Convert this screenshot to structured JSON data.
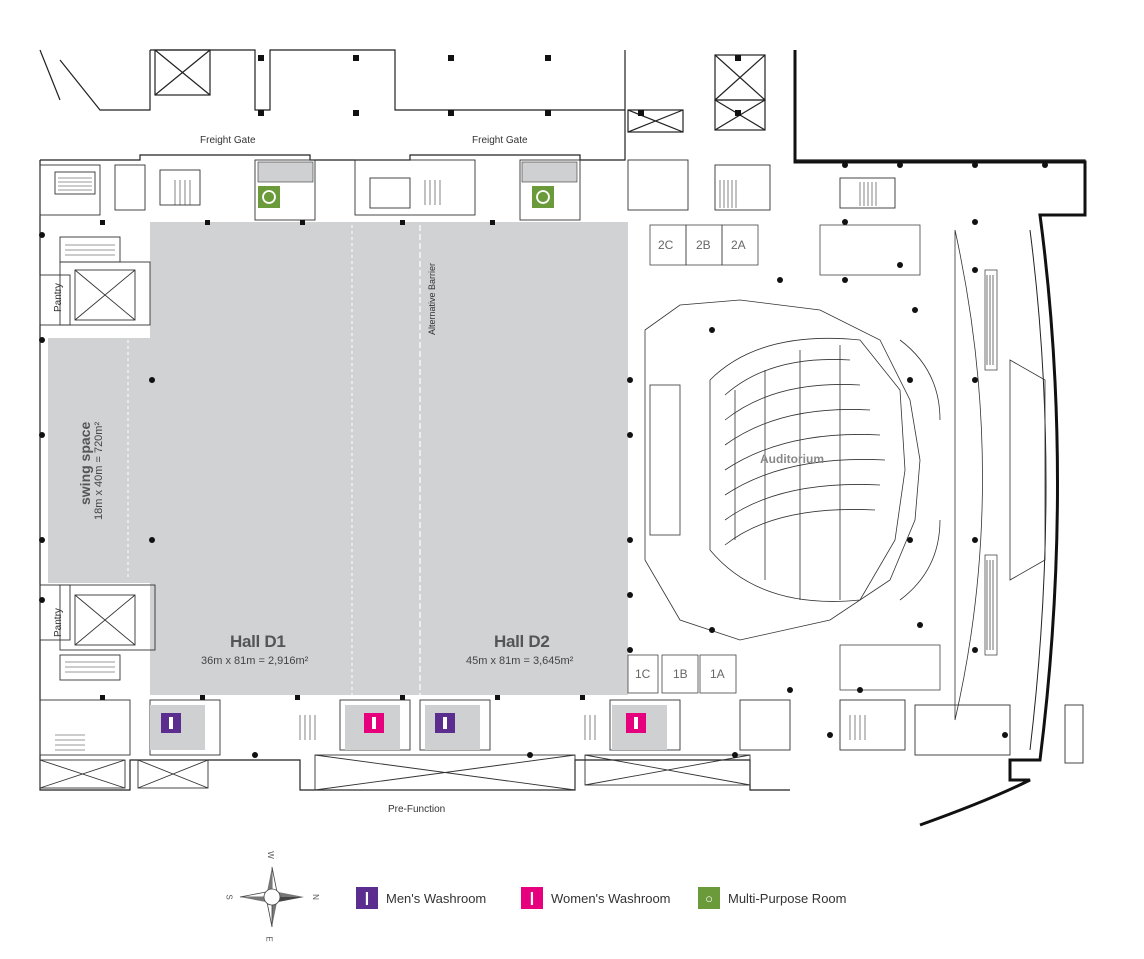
{
  "labels": {
    "freight_gate_1": "Freight Gate",
    "freight_gate_2": "Freight Gate",
    "alternative_barrier": "Alternative Barrier",
    "pantry_top": "Pantry",
    "pantry_bottom": "Pantry",
    "swing_space_title": "swing space",
    "swing_space_dims": "18m x 40m = 720m²",
    "auditorium": "Auditorium",
    "pre_function": "Pre-Function"
  },
  "halls": [
    {
      "name": "Hall D1",
      "dims": "36m x 81m = 2,916m²"
    },
    {
      "name": "Hall D2",
      "dims": "45m x 81m = 3,645m²"
    }
  ],
  "meeting_rooms": {
    "top": [
      "2C",
      "2B",
      "2A"
    ],
    "bottom": [
      "1C",
      "1B",
      "1A"
    ]
  },
  "compass": {
    "north": "N",
    "south": "S",
    "east": "E",
    "west": "W"
  },
  "legend": {
    "mens": "Men's Washroom",
    "womens": "Women's Washroom",
    "multipurpose": "Multi-Purpose Room"
  },
  "colors": {
    "hall_fill": "#d1d2d4",
    "mens": "#5b2d8e",
    "womens": "#e6007e",
    "multipurpose": "#6a9a3a",
    "wall": "#222222"
  }
}
